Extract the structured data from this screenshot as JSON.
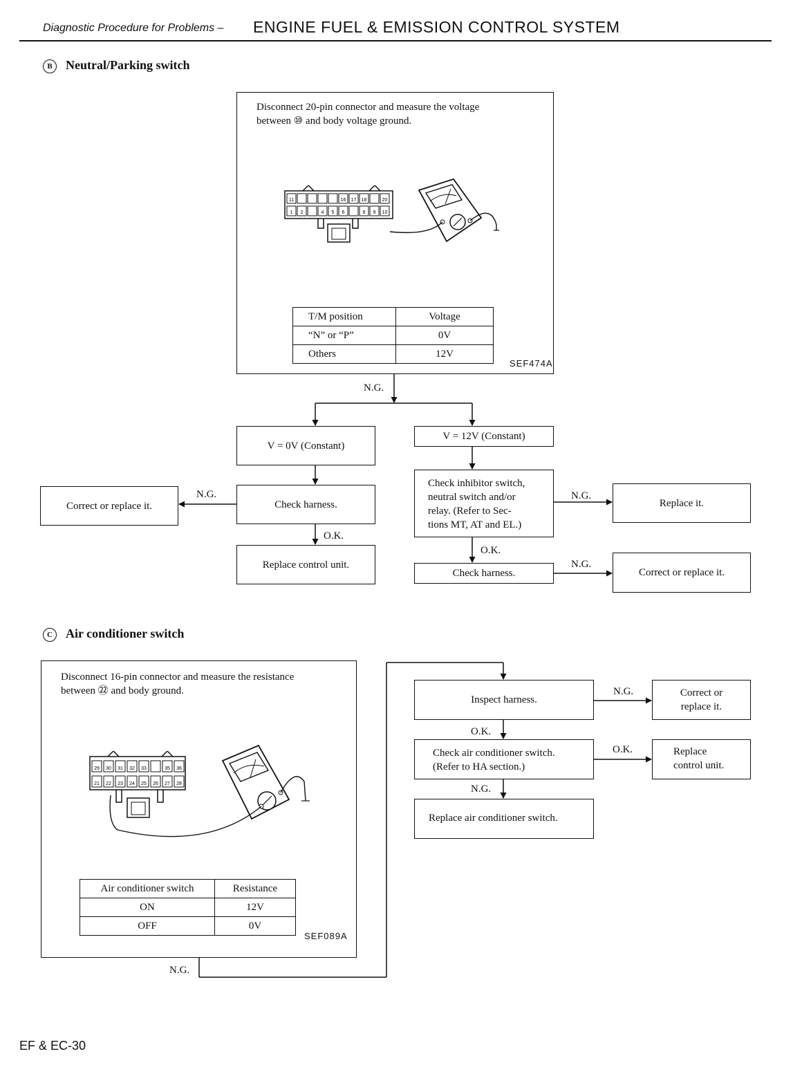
{
  "header": {
    "subtitle": "Diagnostic Procedure for Problems –",
    "title": "ENGINE FUEL & EMISSION CONTROL SYSTEM"
  },
  "section_b": {
    "marker": "B",
    "heading": "Neutral/Parking switch",
    "instruction": "Disconnect 20-pin connector and measure the voltage\nbetween ⑩ and body voltage ground.",
    "connector_top_pins": [
      "11",
      "",
      "",
      "",
      "",
      "16",
      "17",
      "18",
      "",
      "20"
    ],
    "connector_bottom_pins": [
      "1",
      "2",
      "",
      "4",
      "5",
      "6",
      "",
      "8",
      "9",
      "10"
    ],
    "table": {
      "headers": [
        "T/M position",
        "Voltage"
      ],
      "rows": [
        [
          "“N” or “P”",
          "0V"
        ],
        [
          "Others",
          "12V"
        ]
      ]
    },
    "figure_code": "SEF474A",
    "ng_label": "N.G.",
    "v0_box": "V = 0V (Constant)",
    "v12_box": "V = 12V (Constant)",
    "check_harness": "Check harness.",
    "ng_left": "N.G.",
    "correct_replace": "Correct or replace it.",
    "ok_label": "O.K.",
    "replace_control": "Replace control unit.",
    "check_inhibitor": "Check inhibitor switch,\nneutral switch and/or\nrelay. (Refer to Sec-\ntions MT, AT and EL.)",
    "ng_right1": "N.G.",
    "replace_it": "Replace it.",
    "ok_label2": "O.K.",
    "check_harness2": "Check harness.",
    "ng_right2": "N.G.",
    "correct_replace2": "Correct or replace it."
  },
  "section_c": {
    "marker": "C",
    "heading": "Air conditioner switch",
    "instruction": "Disconnect 16-pin connector and measure the resistance\nbetween ㉒ and body ground.",
    "connector_top_pins": [
      "29",
      "30",
      "31",
      "32",
      "33",
      "",
      "35",
      "36"
    ],
    "connector_bottom_pins": [
      "21",
      "22",
      "23",
      "24",
      "25",
      "26",
      "27",
      "28"
    ],
    "table": {
      "headers": [
        "Air conditioner switch",
        "Resistance"
      ],
      "rows": [
        [
          "ON",
          "12V"
        ],
        [
          "OFF",
          "0V"
        ]
      ]
    },
    "figure_code": "SEF089A",
    "ng_bottom": "N.G.",
    "inspect_harness": "Inspect harness.",
    "ng_r1": "N.G.",
    "correct_or_replace": "Correct or\nreplace it.",
    "ok_mid": "O.K.",
    "check_ac": "Check air conditioner switch.\n(Refer to HA section.)",
    "ok_r2": "O.K.",
    "replace_control": "Replace\ncontrol unit.",
    "ng_mid": "N.G.",
    "replace_ac": "Replace air conditioner switch."
  },
  "footer": {
    "page_number": "EF & EC-30"
  }
}
